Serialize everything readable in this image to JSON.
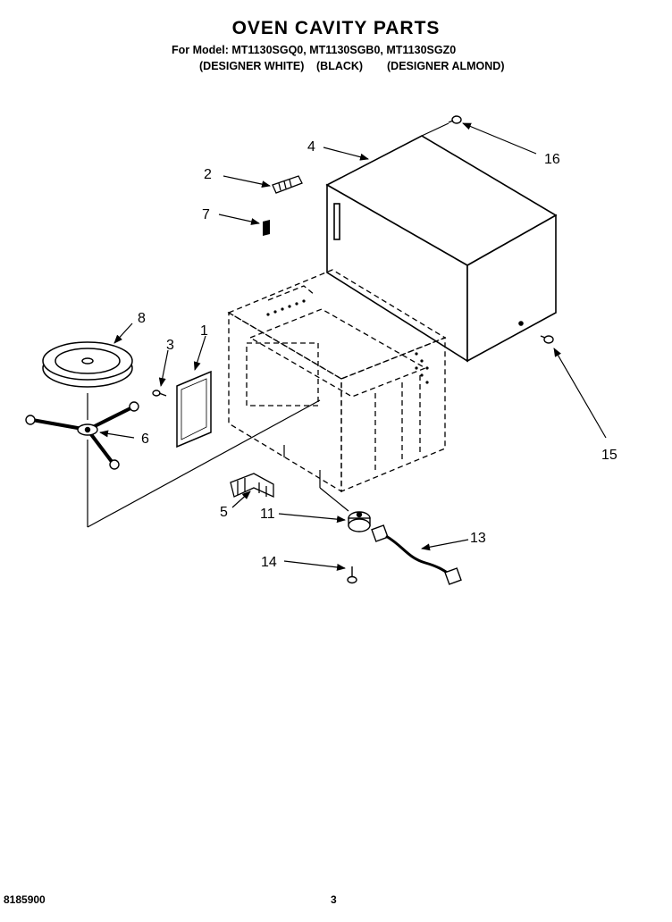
{
  "header": {
    "title": "OVEN CAVITY PARTS",
    "models_line": "For Model: MT1130SGQ0, MT1130SGB0, MT1130SGZ0",
    "variants": [
      "(DESIGNER WHITE)",
      "(BLACK)",
      "(DESIGNER ALMOND)"
    ]
  },
  "callouts": [
    "1",
    "2",
    "3",
    "4",
    "5",
    "6",
    "7",
    "8",
    "11",
    "13",
    "14",
    "15",
    "16"
  ],
  "footer": {
    "doc_number": "8185900",
    "page_number": "3"
  }
}
